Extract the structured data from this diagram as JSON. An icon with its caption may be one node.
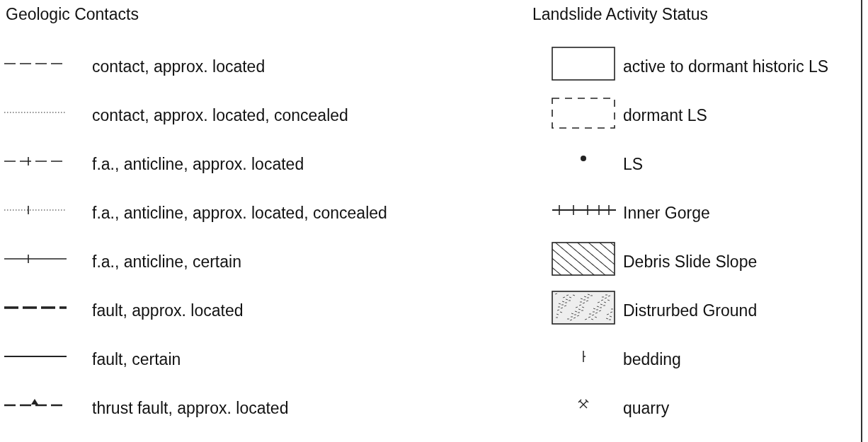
{
  "diagram": {
    "labels": [
      "Geologic Contacts",
      "Landslide Activity Status"
    ],
    "legend": [
      {
        "text": "contact, approx. located"
      },
      {
        "text": "contact, approx. located, concealed"
      },
      {
        "text": "f.a., anticline, approx. located"
      },
      {
        "text": "f.a., anticline, approx. located, concealed"
      },
      {
        "text": "f.a., anticline, certain"
      },
      {
        "text": "fault, approx. located"
      },
      {
        "text": "fault, certain"
      },
      {
        "text": "thrust fault, approx. located"
      },
      {
        "text": "active to dormant historic LS"
      },
      {
        "text": "dormant LS"
      },
      {
        "text": "LS"
      },
      {
        "text": "Inner Gorge"
      },
      {
        "text": "Debris Slide Slope"
      },
      {
        "text": "Distrurbed Ground"
      },
      {
        "text": "bedding"
      },
      {
        "text": "quarry"
      }
    ]
  }
}
